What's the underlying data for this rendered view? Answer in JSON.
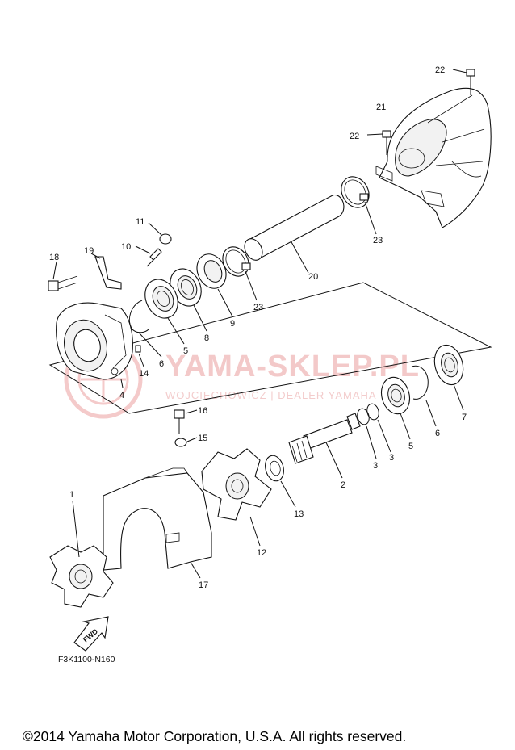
{
  "diagram": {
    "callouts": {
      "c1": "1",
      "c2": "2",
      "c3a": "3",
      "c3b": "3",
      "c4": "4",
      "c5a": "5",
      "c5b": "5",
      "c6a": "6",
      "c6b": "6",
      "c7": "7",
      "c8": "8",
      "c9": "9",
      "c10": "10",
      "c11": "11",
      "c12": "12",
      "c13": "13",
      "c14": "14",
      "c15": "15",
      "c16": "16",
      "c17": "17",
      "c18": "18",
      "c19": "19",
      "c20": "20",
      "c21": "21",
      "c22a": "22",
      "c22b": "22",
      "c23a": "23",
      "c23b": "23"
    },
    "fwd_label": "FWD",
    "diagram_code": "F3K1100-N160",
    "watermark_title": "YAMA-SKLEP.PL",
    "watermark_subtitle": "WOJCIECHOWICZ | DEALER YAMAHA"
  },
  "footer": {
    "copyright": "©2014 Yamaha Motor Corporation, U.S.A. All rights reserved."
  }
}
